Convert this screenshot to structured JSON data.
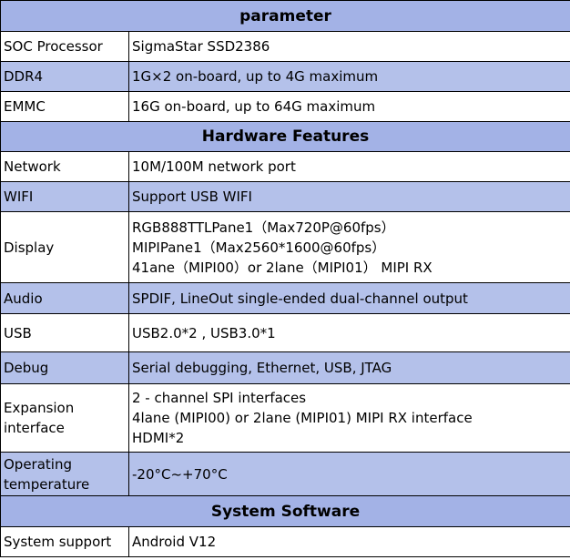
{
  "sections": {
    "parameter": "parameter",
    "hardware": "Hardware Features",
    "software": "System Software"
  },
  "rows": {
    "soc": {
      "label": "SOC Processor",
      "value": "SigmaStar SSD2386"
    },
    "ddr": {
      "label": "DDR4",
      "value": "1G×2 on-board, up to 4G maximum"
    },
    "emmc": {
      "label": "EMMC",
      "value": "16G on-board,  up to 64G maximum"
    },
    "network": {
      "label": "Network",
      "value": "10M/100M network port"
    },
    "wifi": {
      "label": "WIFI",
      "value": "Support USB WIFI"
    },
    "display": {
      "label": "Display",
      "lines": [
        "RGB888TTLPane1（Max720P@60fps）",
        "MIPIPane1（Max2560*1600@60fps）",
        "41ane（MIPI00）or 2lane（MIPI01） MIPI RX"
      ]
    },
    "audio": {
      "label": "Audio",
      "value": "SPDIF, LineOut single-ended dual-channel output"
    },
    "usb": {
      "label": "USB",
      "value": "USB2.0*2 , USB3.0*1"
    },
    "debug": {
      "label": "Debug",
      "value": "Serial debugging, Ethernet, USB, JTAG"
    },
    "expansion": {
      "label_lines": [
        "Expansion",
        "interface"
      ],
      "lines": [
        "2 - channel SPI interfaces",
        "4lane (MIPI00) or 2lane (MIPI01) MIPI RX interface",
        "HDMI*2"
      ]
    },
    "temp": {
      "label_lines": [
        "Operating",
        "temperature"
      ],
      "value": "-20°C~+70°C"
    },
    "system": {
      "label": "System support",
      "value": "Android V12"
    }
  },
  "colors": {
    "header_bg": "#a3b2e6",
    "row_blue": "#b4c1ea",
    "row_white": "#ffffff",
    "border": "#000000"
  }
}
